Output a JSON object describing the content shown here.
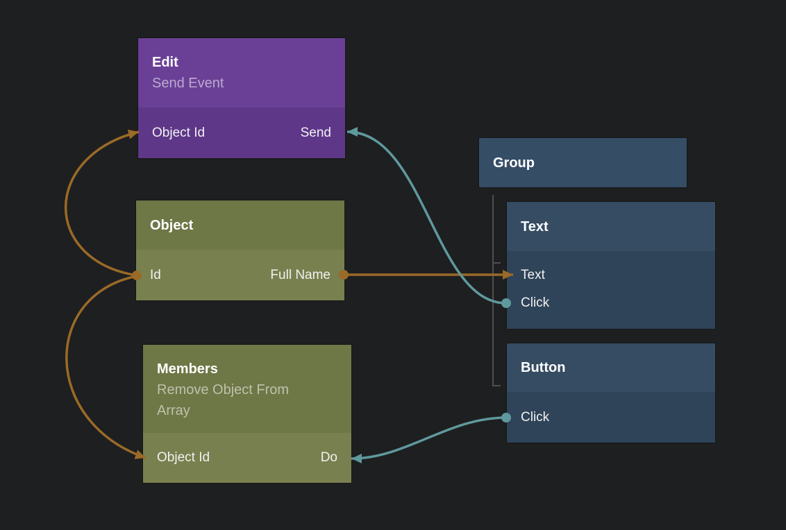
{
  "canvas": {
    "background": "#1E1F20"
  },
  "colors": {
    "data_wire": "#9A6A28",
    "signal_wire": "#5F999E",
    "tree_line": "#4F4F4F",
    "edit_header": "#6A4096",
    "edit_body": "#5E3789",
    "logic_header": "#6E7746",
    "logic_body": "#79804F",
    "visual_header": "#354C63",
    "visual_body": "#2F4459",
    "group_header": "#364D66"
  },
  "nodes": {
    "edit": {
      "title": "Edit",
      "subtitle": "Send Event",
      "input": "Object Id",
      "output": "Send"
    },
    "object": {
      "title": "Object",
      "input": "Id",
      "output": "Full Name"
    },
    "members": {
      "title": "Members",
      "subtitle": "Remove Object From Array",
      "input": "Object Id",
      "output": "Do"
    },
    "group": {
      "title": "Group"
    },
    "text": {
      "title": "Text",
      "ports": [
        "Text",
        "Click"
      ]
    },
    "button": {
      "title": "Button",
      "ports": [
        "Click"
      ]
    }
  },
  "connections": [
    {
      "from": "Object.Id",
      "to": "Edit.Object Id",
      "type": "data"
    },
    {
      "from": "Object.Id",
      "to": "Members.Object Id",
      "type": "data"
    },
    {
      "from": "Object.Full Name",
      "to": "Text.Text",
      "type": "data"
    },
    {
      "from": "Text.Click",
      "to": "Edit.Send",
      "type": "signal"
    },
    {
      "from": "Button.Click",
      "to": "Members.Do",
      "type": "signal"
    }
  ],
  "hierarchy": {
    "parent": "Group",
    "children": [
      "Text",
      "Button"
    ]
  }
}
